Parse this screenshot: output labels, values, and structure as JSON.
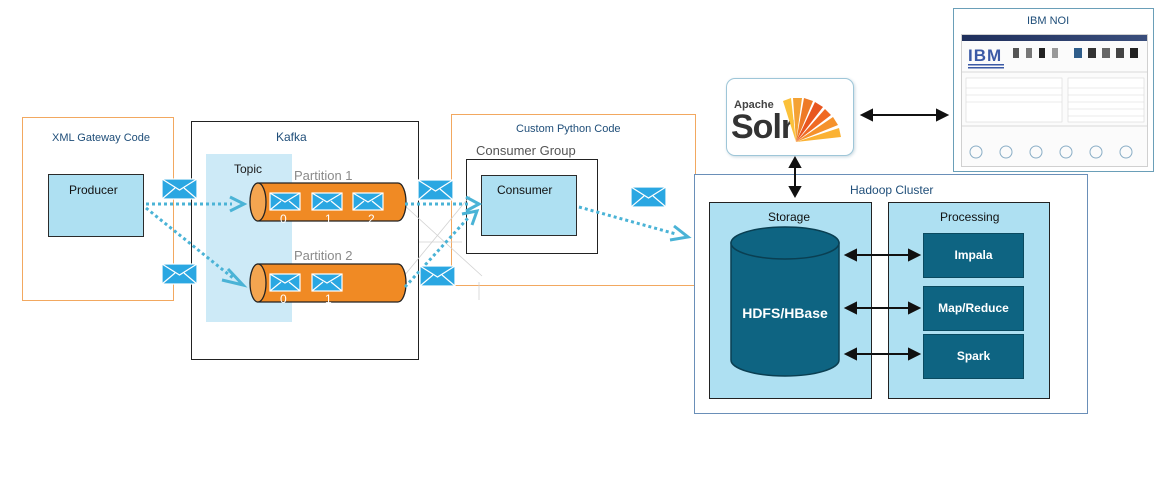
{
  "xml_gateway": {
    "title": "XML Gateway Code",
    "producer": "Producer"
  },
  "kafka": {
    "title": "Kafka",
    "topic": "Topic",
    "partitions": [
      {
        "label": "Partition 1",
        "offsets": [
          "0",
          "1",
          "2"
        ]
      },
      {
        "label": "Partition 2",
        "offsets": [
          "0",
          "1"
        ]
      }
    ]
  },
  "python": {
    "title": "Custom Python Code",
    "group": "Consumer Group",
    "consumer": "Consumer"
  },
  "solr": {
    "brand": "Apache",
    "name": "Solr"
  },
  "ibm": {
    "title": "IBM NOI",
    "logo": "IBM"
  },
  "hadoop": {
    "title": "Hadoop Cluster",
    "storage": {
      "title": "Storage",
      "db": "HDFS/HBase"
    },
    "processing": {
      "title": "Processing",
      "items": [
        "Impala",
        "Map/Reduce",
        "Spark"
      ]
    }
  },
  "colors": {
    "light_blue": "#aee0f2",
    "topic_blue": "#cdeaf7",
    "orange": "#f08a24",
    "teal": "#0e6482",
    "arrow": "#4ab3d6",
    "box_border": "#6a8fb8"
  }
}
